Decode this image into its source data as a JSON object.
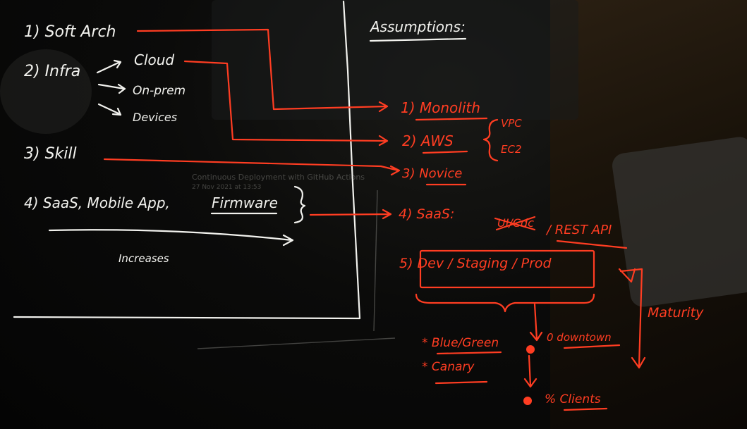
{
  "left_list": {
    "item1": "1) Soft Arch",
    "item2": "2) Infra",
    "infra_options": [
      "Cloud",
      "On-prem",
      "Devices"
    ],
    "item3": "3) Skill",
    "item4_prefix": "4) SaaS, Mobile App,",
    "item4_firmware": "Firmware",
    "increases": "Increases"
  },
  "assumptions": {
    "title": "Assumptions:",
    "a1": "1) Monolith",
    "a2": "2) AWS",
    "aws_parts": [
      "VPC",
      "EC2"
    ],
    "a3": "3) Novice",
    "a4_prefix": "4) SaaS:",
    "a4_struck": "UI/Cdc",
    "a4_api": "/ REST API",
    "a5": "5) Dev / Staging / Prod"
  },
  "deploy": {
    "blue_green": "* Blue/Green",
    "canary": "* Canary",
    "zero_downtime": "0 downtown",
    "percent_clients": "% Clients",
    "maturity": "Maturity"
  },
  "ghost_window": {
    "title": "Continuous Deployment with GitHub Actions",
    "date": "27 Nov 2021 at 13:53"
  },
  "colors": {
    "white_ink": "#f2f2ee",
    "red_ink": "#ff3d22",
    "background": "#050505"
  }
}
